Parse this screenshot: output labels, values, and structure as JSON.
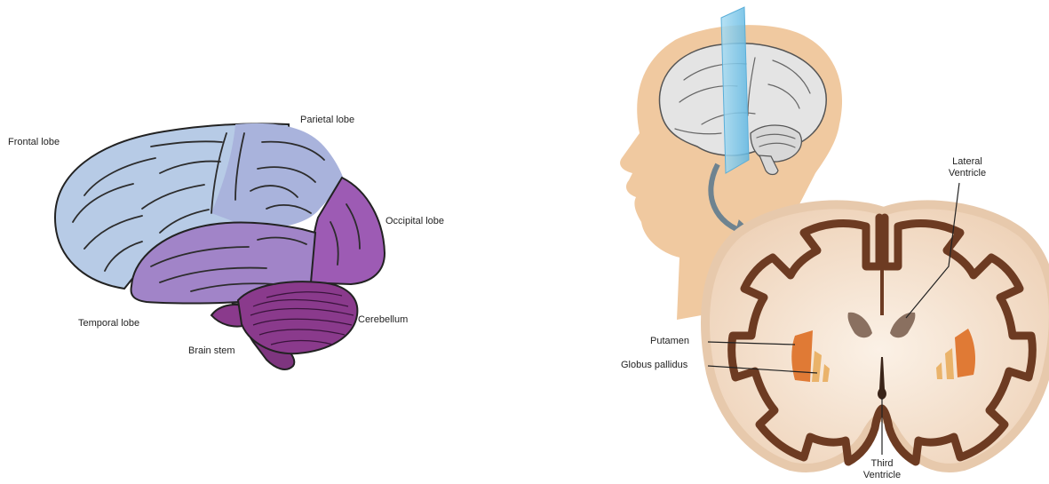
{
  "left_diagram": {
    "labels": {
      "frontal": "Frontal lobe",
      "parietal": "Parietal lobe",
      "occipital": "Occipital lobe",
      "temporal": "Temporal lobe",
      "cerebellum": "Cerebellum",
      "brain_stem": "Brain stem"
    },
    "colors": {
      "frontal": "#b7cbe6",
      "parietal": "#a9b3dc",
      "occipital": "#9d5bb4",
      "temporal": "#a184c8",
      "cerebellum": "#8a3a8c",
      "brain_stem": "#7e357f",
      "outline": "#222222"
    }
  },
  "right_diagram": {
    "labels": {
      "lateral_ventricle_1": "Lateral",
      "lateral_ventricle_2": "Ventricle",
      "putamen": "Putamen",
      "globus_pallidus": "Globus pallidus",
      "third_ventricle_1": "Third",
      "third_ventricle_2": "Ventricle"
    },
    "colors": {
      "head": "#f0c9a0",
      "brain": "#e4e4e4",
      "plane": "#7ec8e8",
      "arrow": "#6e8390",
      "section_fill": "#f4e1cd",
      "cortex": "#6d3b22",
      "ventricles": "#8a7060",
      "putamen": "#e07a35",
      "globus_pallidus": "#eab36a"
    }
  }
}
